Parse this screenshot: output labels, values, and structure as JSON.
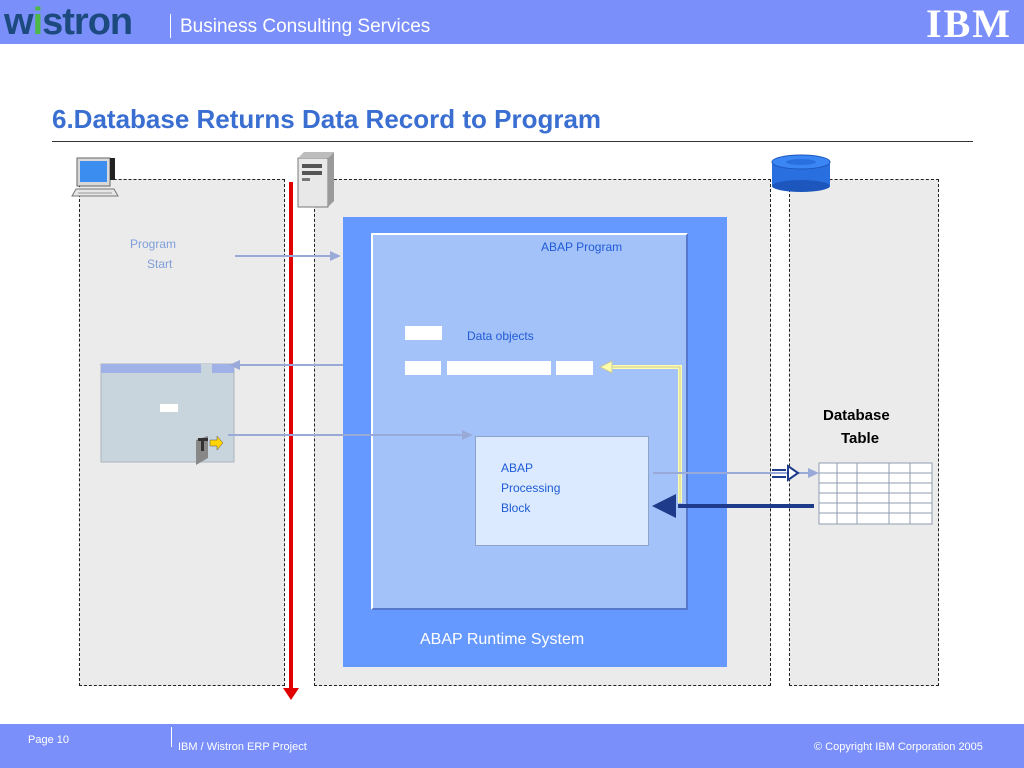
{
  "header": {
    "logo_text_pre": "w",
    "logo_text_dot": "i",
    "logo_text_post": "stron",
    "subtitle": "Business Consulting Services",
    "brand_right": "IBM"
  },
  "slide": {
    "title": "6.Database Returns Data Record to Program"
  },
  "diagram": {
    "program_label_line1": "Program",
    "program_label_line2": "Start",
    "abap_program_label": "ABAP Program",
    "data_objects_label": "Data objects",
    "processing_line1": "ABAP",
    "processing_line2": "Processing",
    "processing_line3": "Block",
    "runtime_label": "ABAP Runtime System",
    "database_line1": "Database",
    "database_line2": "Table"
  },
  "footer": {
    "page": "Page 10",
    "project": "IBM / Wistron ERP Project",
    "copyright": "© Copyright IBM Corporation 2005"
  },
  "colors": {
    "header_bg": "#7B8FFA",
    "title": "#3a6fd1",
    "runtime_blue": "#6699FF",
    "program_blue": "#A4C2FA",
    "label_blue": "#1f5bd6",
    "red_line": "#e00000"
  }
}
